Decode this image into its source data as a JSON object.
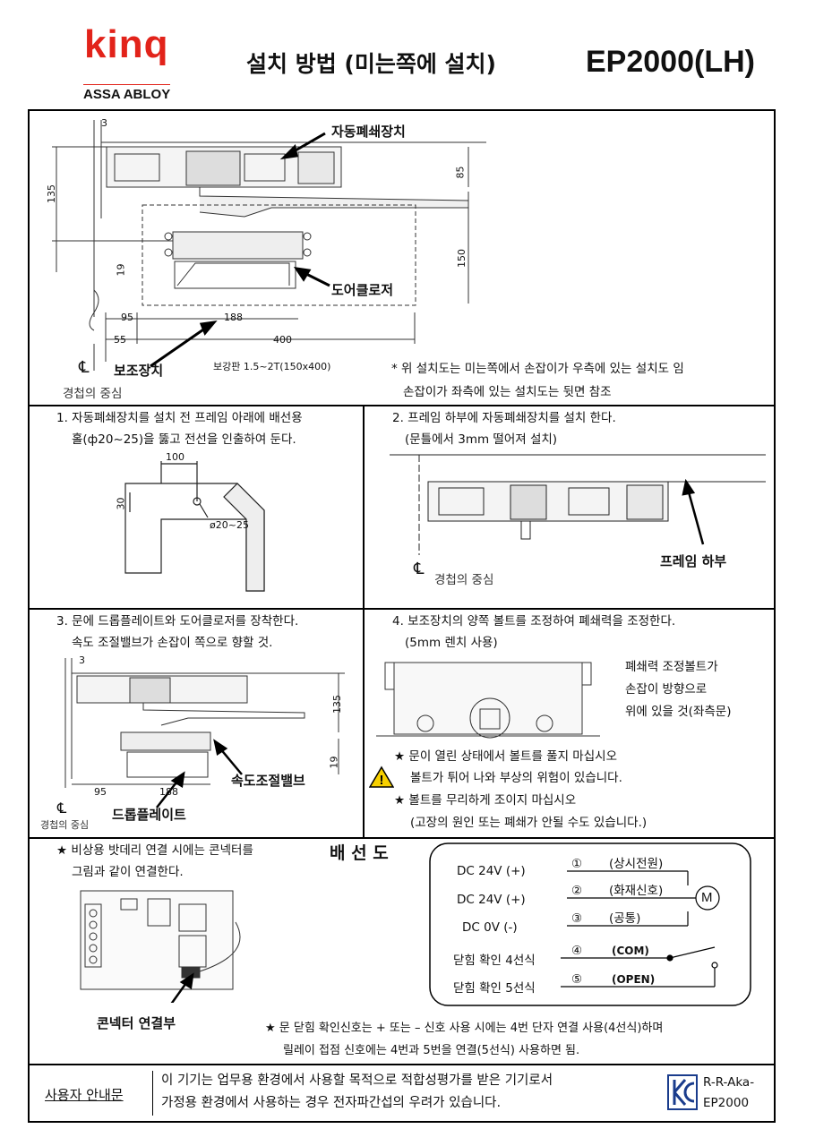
{
  "header": {
    "logo": "kinq",
    "logo_sub": "ASSA ABLOY",
    "title": "설치 방법 (미는쪽에 설치)",
    "model": "EP2000(LH)"
  },
  "overview": {
    "label_auto_lock": "자동폐쇄장치",
    "label_door_closer": "도어클로저",
    "label_aux": "보조장치",
    "center_label": "경첩의 중심",
    "reinforce_plate": "보강판  1.5~2T(150x400)",
    "note_line1": "* 위 설치도는 미는쪽에서 손잡이가 우측에 있는 설치도 임",
    "note_line2": "손잡이가 좌측에 있는 설치도는 뒷면 참조",
    "dims": {
      "d3": "3",
      "d135": "135",
      "d85": "85",
      "d150": "150",
      "d19": "19",
      "d95": "95",
      "d188": "188",
      "d55": "55",
      "d400": "400"
    }
  },
  "step1": {
    "line1": "1. 자동폐쇄장치를 설치 전 프레임 아래에 배선용",
    "line2": "홀(ф20~25)을 뚫고 전선을 인출하여 둔다.",
    "dim_100": "100",
    "dim_30": "30",
    "hole": "ø20~25"
  },
  "step2": {
    "line1": "2. 프레임 하부에 자동폐쇄장치를 설치 한다.",
    "line2": "(문틀에서 3mm 떨어져 설치)",
    "frame_label": "프레임 하부",
    "center_label": "경첩의 중심"
  },
  "step3": {
    "line1": "3. 문에 드롭플레이트와 도어클로저를 장착한다.",
    "line2": "속도 조절밸브가 손잡이 쪽으로 향할 것.",
    "valve_label": "속도조절밸브",
    "plate_label": "드롭플레이트",
    "center_label": "경첩의 중심",
    "dims": {
      "d3": "3",
      "d135": "135",
      "d19": "19",
      "d95": "95",
      "d188": "188"
    }
  },
  "step4": {
    "line1": "4. 보조장치의 양쪽 볼트를 조정하여 폐쇄력을 조정한다.",
    "line2": "(5mm 렌치 사용)",
    "bolt_note1": "폐쇄력 조정볼트가",
    "bolt_note2": "손잡이 방향으로",
    "bolt_note3": "위에 있을 것(좌측문)",
    "warn1": "★ 문이 열린 상태에서 볼트를 풀지 마십시오",
    "warn2": "볼트가 튀어 나와 부상의 위험이 있습니다.",
    "warn3": "★ 볼트를 무리하게 조이지 마십시오",
    "warn4": "(고장의 원인 또는 폐쇄가 안될 수도 있습니다.)"
  },
  "wiring": {
    "battery_note1": "★ 비상용 밧데리 연결 시에는 콘넥터를",
    "battery_note2": "그림과 같이 연결한다.",
    "connector_label": "콘넥터 연결부",
    "title": "배 선 도",
    "rows": [
      {
        "left": "DC 24V (+)",
        "num": "①",
        "desc": "(상시전원)"
      },
      {
        "left": "DC 24V (+)",
        "num": "②",
        "desc": "(화재신호)"
      },
      {
        "left": "DC 0V (-)",
        "num": "③",
        "desc": "(공통)"
      },
      {
        "left": "닫힘 확인 4선식",
        "num": "④",
        "desc": "(COM)"
      },
      {
        "left": "닫힘 확인 5선식",
        "num": "⑤",
        "desc": "(OPEN)"
      }
    ],
    "motor": "M",
    "footnote1": "★ 문 닫힘 확인신호는 + 또는 – 신호 사용 시에는 4번 단자 연결 사용(4선식)하며",
    "footnote2": "릴레이 접점 신호에는 4번과 5번을 연결(5선식) 사용하면 됨."
  },
  "footer": {
    "label": "사용자 안내문",
    "text1": "이 기기는 업무용 환경에서 사용할 목적으로 적합성평가를 받은 기기로서",
    "text2": "가정용 환경에서 사용하는 경우 전자파간섭의 우려가 있습니다.",
    "cert1": "R-R-Aka-",
    "cert2": "EP2000"
  }
}
